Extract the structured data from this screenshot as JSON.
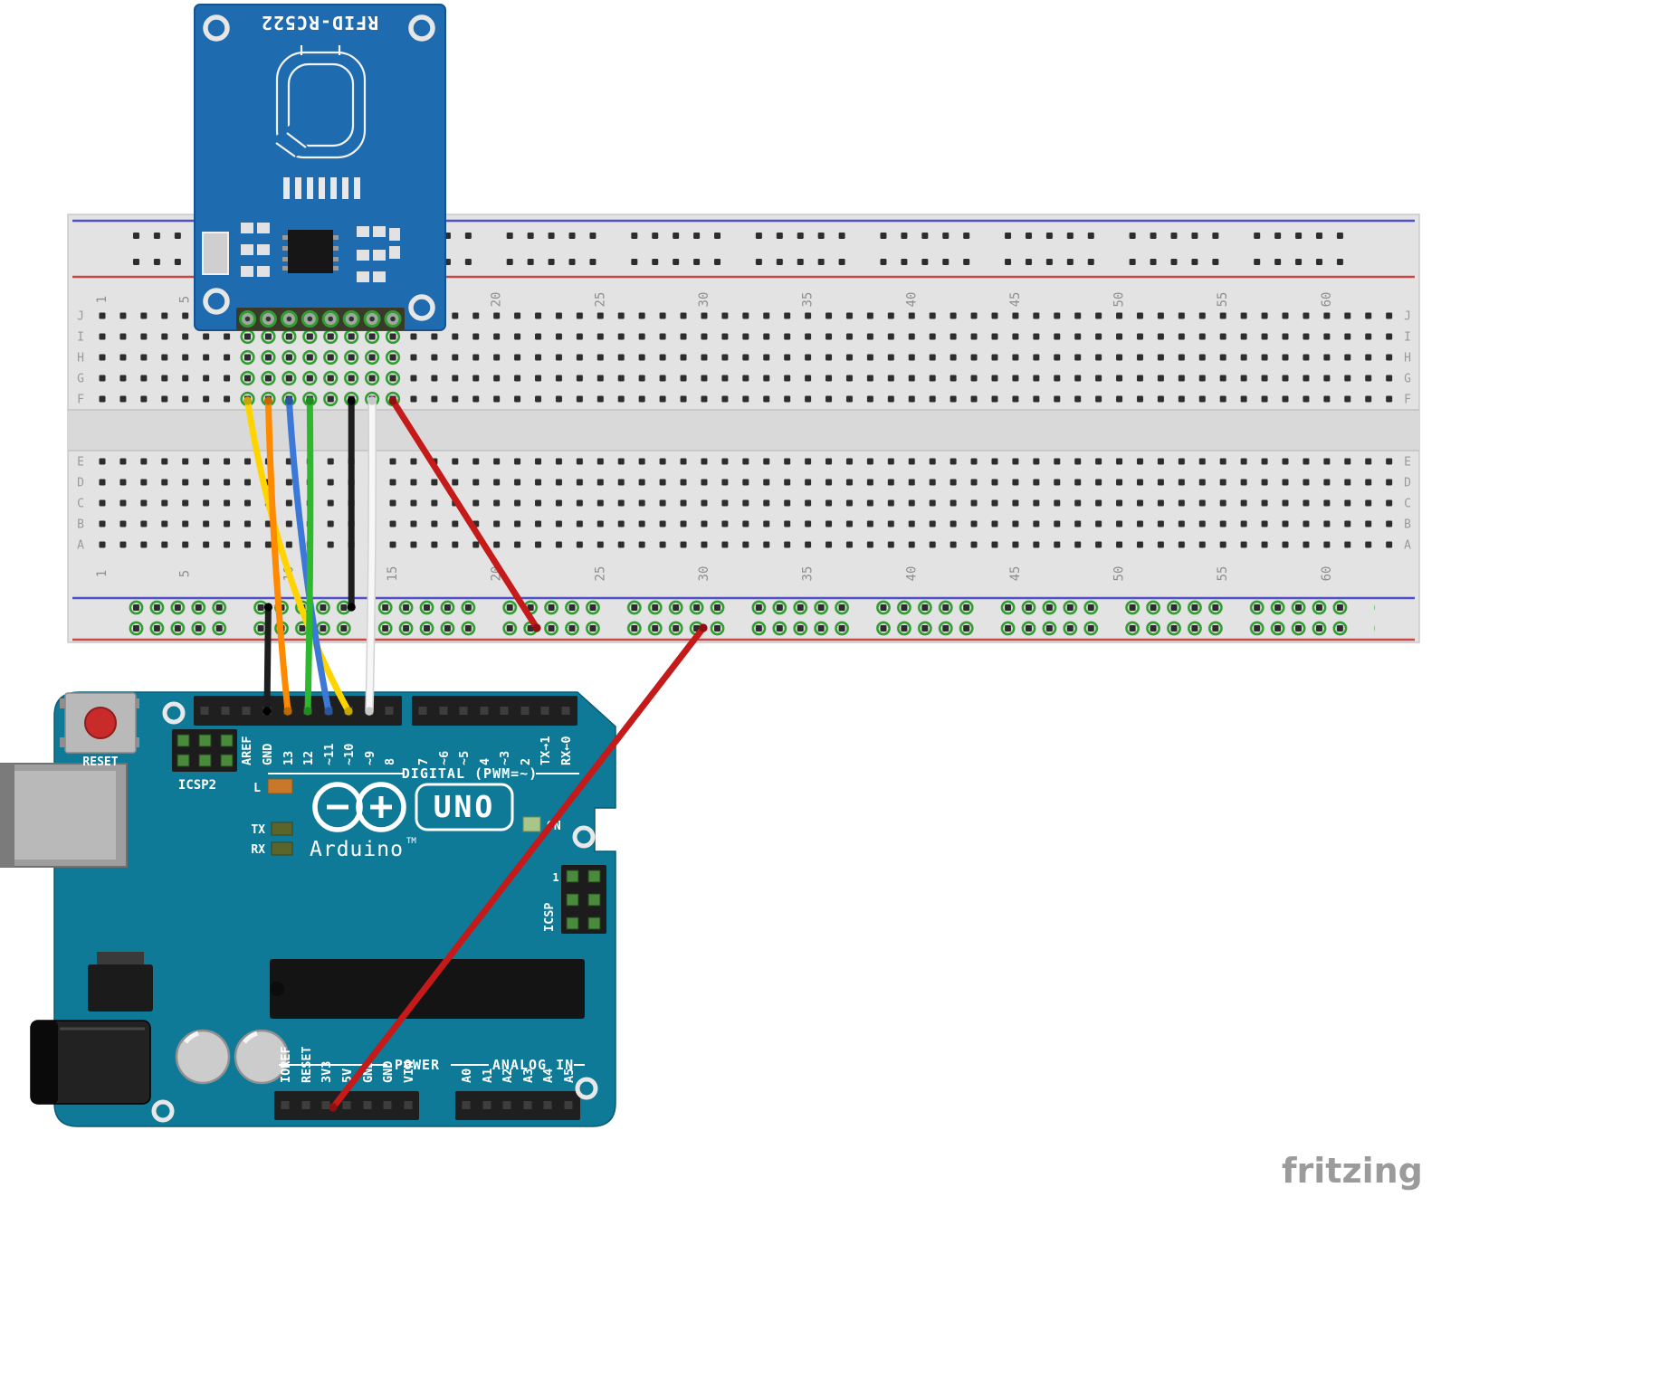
{
  "watermark": "fritzing",
  "rfid": {
    "title": "RFID-RC522",
    "board_color": "#1e6bb0"
  },
  "breadboard": {
    "column_labels": [
      "1",
      "5",
      "10",
      "15",
      "20",
      "25",
      "30",
      "35",
      "40",
      "45",
      "50",
      "55",
      "60"
    ],
    "row_labels": [
      "J",
      "I",
      "H",
      "G",
      "F",
      "E",
      "D",
      "C",
      "B",
      "A"
    ],
    "body_color": "#e3e3e3",
    "rail_blue": "#5050c8",
    "rail_red": "#c84848",
    "connected_ring_color": "#2f9e2f"
  },
  "arduino": {
    "board_color": "#0e7a97",
    "reset_label": "RESET",
    "icsp2_label": "ICSP2",
    "icsp_label": "ICSP",
    "icsp_pin1_label": "1",
    "led_l_label": "L",
    "led_tx_label": "TX",
    "led_rx_label": "RX",
    "led_on_label": "ON",
    "logo_model": "UNO",
    "logo_brand": "Arduino",
    "logo_tm": "TM",
    "digital_caption": "DIGITAL (PWM=~)",
    "power_caption": "POWER",
    "analog_caption": "ANALOG IN",
    "digital_labels": [
      "AREF",
      "GND",
      "13",
      "12",
      "~11",
      "~10",
      "~9",
      "8",
      "7",
      "~6",
      "~5",
      "4",
      "~3",
      "2",
      "TX→1",
      "RX←0"
    ],
    "power_labels": [
      "IOREF",
      "RESET",
      "3V3",
      "5V",
      "GND",
      "GND",
      "VIN"
    ],
    "analog_labels": [
      "A0",
      "A1",
      "A2",
      "A3",
      "A4",
      "A5"
    ]
  },
  "wires": [
    {
      "color": "yellow",
      "hex": "#ffd400",
      "from": "breadboard col 8 row F",
      "to": "digital pin ~10"
    },
    {
      "color": "orange",
      "hex": "#ff8a00",
      "from": "breadboard col 9 row F",
      "to": "digital pin 13"
    },
    {
      "color": "blue",
      "hex": "#3c78d8",
      "from": "breadboard col 10 row F",
      "to": "digital pin ~11"
    },
    {
      "color": "green",
      "hex": "#2eb82e",
      "from": "breadboard col 11 row F",
      "to": "digital pin 12"
    },
    {
      "color": "black",
      "hex": "#1d1d1d",
      "from": "breadboard col 13 row F",
      "to": "bottom blue rail"
    },
    {
      "color": "black",
      "hex": "#1d1d1d",
      "from": "bottom blue rail",
      "to": "GND pin"
    },
    {
      "color": "white",
      "hex": "#f5f5f5",
      "from": "breadboard col 14 row F",
      "to": "digital pin ~9"
    },
    {
      "color": "red",
      "hex": "#c41a1a",
      "from": "breadboard col 15 row F",
      "to": "bottom red rail"
    },
    {
      "color": "red",
      "hex": "#c41a1a",
      "from": "bottom red rail",
      "to": "3V3 pin"
    }
  ]
}
